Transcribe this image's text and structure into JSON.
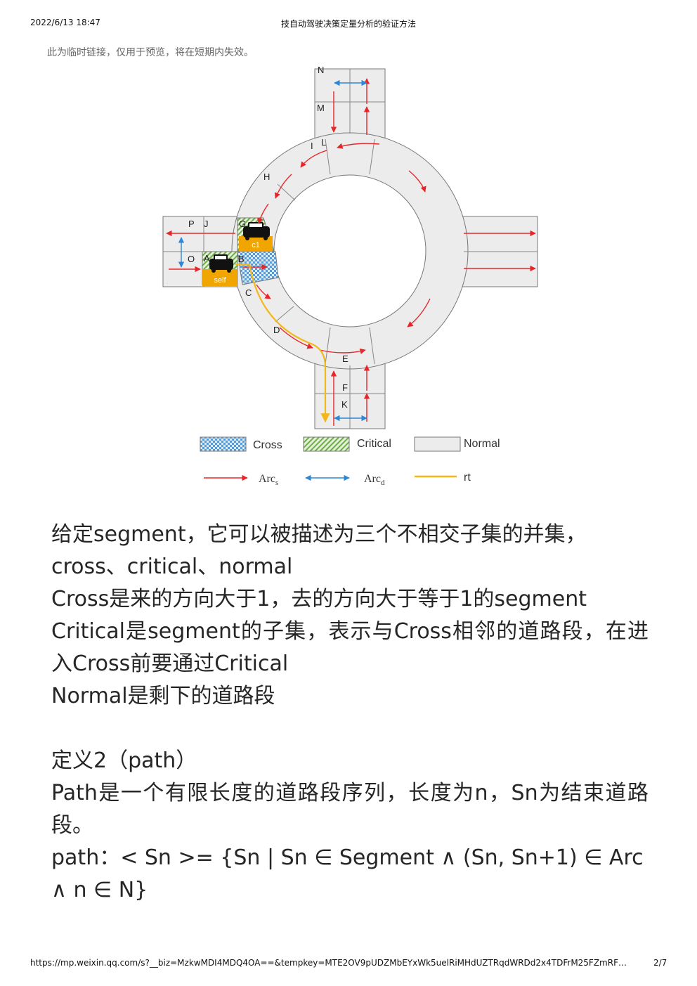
{
  "header": {
    "datetime": "2022/6/13 18:47",
    "title": "技自动驾驶决策定量分析的验证方法"
  },
  "notice": "此为临时链接，仅用于预览，将在短期内失效。",
  "figure": {
    "segment_labels": [
      "N",
      "M",
      "I",
      "L",
      "H",
      "G",
      "P",
      "J",
      "O",
      "A",
      "B",
      "C",
      "D",
      "E",
      "F",
      "K"
    ],
    "vehicle_labels": {
      "self": "self",
      "other": "c1"
    },
    "legend": {
      "cross": "Cross",
      "critical": "Critical",
      "normal": "Normal",
      "arc_s_main": "Arc",
      "arc_s_sub": "s",
      "arc_d_main": "Arc",
      "arc_d_sub": "d",
      "rt": "rt"
    },
    "colors": {
      "cross": "#5b9bd5",
      "critical": "#70ad47",
      "normal": "#ececec",
      "arc_s": "#e8262a",
      "arc_d": "#2e86d4",
      "rt": "#f2b81b",
      "vehicle_highlight": "#f0a500"
    }
  },
  "content": {
    "p1_line1": "给定segment，它可以被描述为三个不相交子集的并集，",
    "p1_line2": "cross、critical、normal",
    "p2": "Cross是来的方向大于1，去的方向大于等于1的segment",
    "p3": "Critical是segment的子集，表示与Cross相邻的道路段，在进入Cross前要通过Critical",
    "p4": "Normal是剩下的道路段",
    "def_title": "定义2（path）",
    "def_text": "Path是一个有限长度的道路段序列，长度为n，Sn为结束道路段。",
    "formula_line1": "path：< Sn >= {Sn | Sn ∈ Segment ∧ (Sn, Sn+1) ∈ Arc",
    "formula_line2": "∧ n ∈ N}"
  },
  "footer": {
    "url": "https://mp.weixin.qq.com/s?__biz=MzkwMDI4MDQ4OA==&tempkey=MTE2OV9pUDZMbEYxWk5uelRiMHdUZTRqdWRDd2x4TDFrM25FZmRF…",
    "page": "2/7"
  }
}
